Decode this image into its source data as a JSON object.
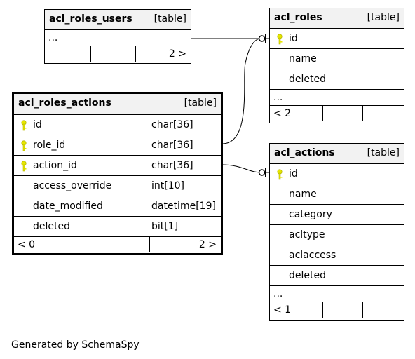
{
  "tables": {
    "acl_roles_users": {
      "name": "acl_roles_users",
      "kind": "[table]",
      "ellipsis": "...",
      "footer_right": "2 >"
    },
    "acl_roles": {
      "name": "acl_roles",
      "kind": "[table]",
      "columns": [
        "id",
        "name",
        "deleted"
      ],
      "ellipsis": "...",
      "footer_left": "< 2"
    },
    "acl_roles_actions": {
      "name": "acl_roles_actions",
      "kind": "[table]",
      "columns": [
        {
          "name": "id",
          "type": "char[36]"
        },
        {
          "name": "role_id",
          "type": "char[36]"
        },
        {
          "name": "action_id",
          "type": "char[36]"
        },
        {
          "name": "access_override",
          "type": "int[10]"
        },
        {
          "name": "date_modified",
          "type": "datetime[19]"
        },
        {
          "name": "deleted",
          "type": "bit[1]"
        }
      ],
      "footer_left": "< 0",
      "footer_right": "2 >"
    },
    "acl_actions": {
      "name": "acl_actions",
      "kind": "[table]",
      "columns": [
        "id",
        "name",
        "category",
        "acltype",
        "aclaccess",
        "deleted"
      ],
      "ellipsis": "...",
      "footer_left": "< 1"
    }
  },
  "credit": "Generated by SchemaSpy",
  "colors": {
    "key": "#e6e600",
    "header_bg": "#f2f2f2",
    "line": "#000000"
  }
}
